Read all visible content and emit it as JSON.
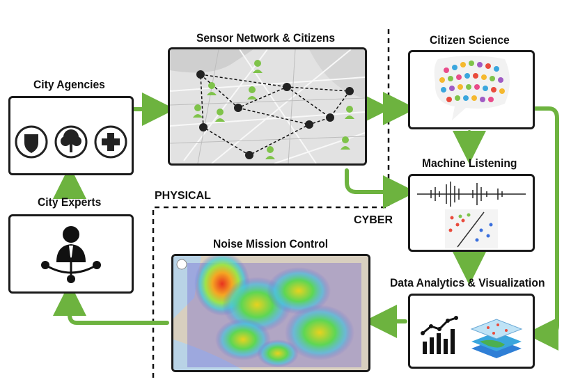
{
  "labels": {
    "city_agencies": "City Agencies",
    "city_experts": "City Experts",
    "sensor_network": "Sensor Network & Citizens",
    "citizen_science": "Citizen Science",
    "machine_listening": "Machine Listening",
    "data_analytics": "Data Analytics & Visualization",
    "noise_mission_control": "Noise Mission Control"
  },
  "zones": {
    "physical": "PHYSICAL",
    "cyber": "CYBER"
  },
  "colors": {
    "arrow": "#6db33f",
    "border": "#1a1a1a",
    "text": "#111111"
  },
  "icons": {
    "city_agencies": [
      "shield-icon",
      "tree-icon",
      "plus-icon"
    ],
    "city_experts": "expert-network-icon",
    "data_analytics": [
      "bar-chart-icon",
      "layered-map-icon"
    ]
  }
}
